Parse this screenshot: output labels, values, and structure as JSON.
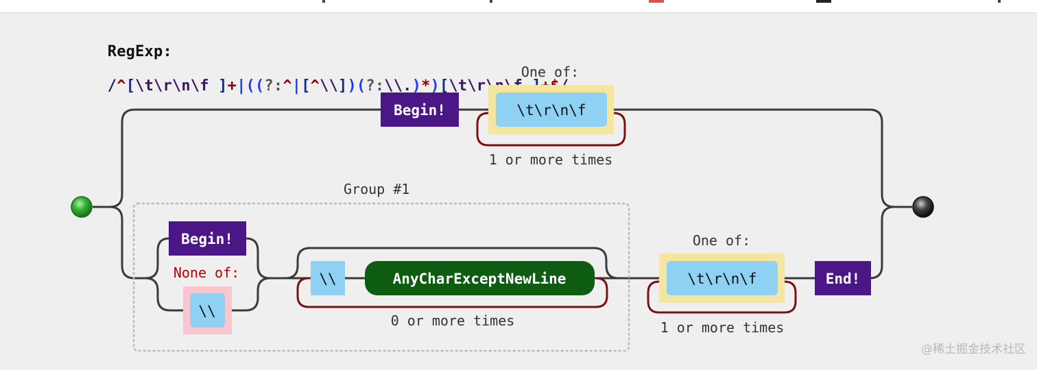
{
  "regex": {
    "label": "RegExp:",
    "tokens": [
      {
        "text": "/",
        "kind": "slash"
      },
      {
        "text": "^",
        "kind": "anchor"
      },
      {
        "text": "[",
        "kind": "bracket"
      },
      {
        "text": "\\t\\r\\n\\f ",
        "kind": "escape"
      },
      {
        "text": "]",
        "kind": "bracket"
      },
      {
        "text": "+",
        "kind": "quant"
      },
      {
        "text": "|",
        "kind": "alt"
      },
      {
        "text": "(",
        "kind": "group"
      },
      {
        "text": "(",
        "kind": "group"
      },
      {
        "text": "?:",
        "kind": "noncap"
      },
      {
        "text": "^",
        "kind": "anchor"
      },
      {
        "text": "|",
        "kind": "alt"
      },
      {
        "text": "[",
        "kind": "bracket"
      },
      {
        "text": "^",
        "kind": "anchor"
      },
      {
        "text": "\\\\",
        "kind": "escape"
      },
      {
        "text": "]",
        "kind": "bracket"
      },
      {
        "text": ")",
        "kind": "group"
      },
      {
        "text": "(",
        "kind": "group"
      },
      {
        "text": "?:",
        "kind": "noncap"
      },
      {
        "text": "\\\\.",
        "kind": "escape"
      },
      {
        "text": ")",
        "kind": "group"
      },
      {
        "text": "*",
        "kind": "quant"
      },
      {
        "text": ")",
        "kind": "group"
      },
      {
        "text": "[",
        "kind": "bracket"
      },
      {
        "text": "\\t\\r\\n\\f ",
        "kind": "escape"
      },
      {
        "text": "]",
        "kind": "bracket"
      },
      {
        "text": "+",
        "kind": "quant"
      },
      {
        "text": "$",
        "kind": "anchor"
      },
      {
        "text": "/",
        "kind": "slash"
      }
    ]
  },
  "diagram": {
    "top_branch": {
      "begin_label": "Begin!",
      "one_of_label": "One of:",
      "charset_label": "\\t\\r\\n\\f",
      "repeat_label": "1 or more times"
    },
    "bottom_branch": {
      "group_label": "Group #1",
      "begin_label": "Begin!",
      "none_of_label": "None of:",
      "negated_literal": "\\\\",
      "escape_literal": "\\\\",
      "any_char_label": "AnyCharExceptNewLine",
      "zero_or_more_label": "0 or more times",
      "one_of_label": "One of:",
      "charset_label": "\\t\\r\\n\\f",
      "repeat_label": "1 or more times",
      "end_label": "End!"
    }
  },
  "watermark": "@稀土掘金技术社区",
  "colors": {
    "background": "#efefef",
    "anchor_box": "#4b1685",
    "literal_box": "#8ed1f3",
    "any_char_box": "#0e5c11",
    "one_of_highlight": "#f4e6a0",
    "none_of_highlight": "#f9c5cf",
    "repeat_loop": "#7a0f14",
    "path_line": "#3a3a3a",
    "start_node": "#34b334",
    "end_node": "#1f1f1f",
    "group_border": "#b9b9b9"
  }
}
